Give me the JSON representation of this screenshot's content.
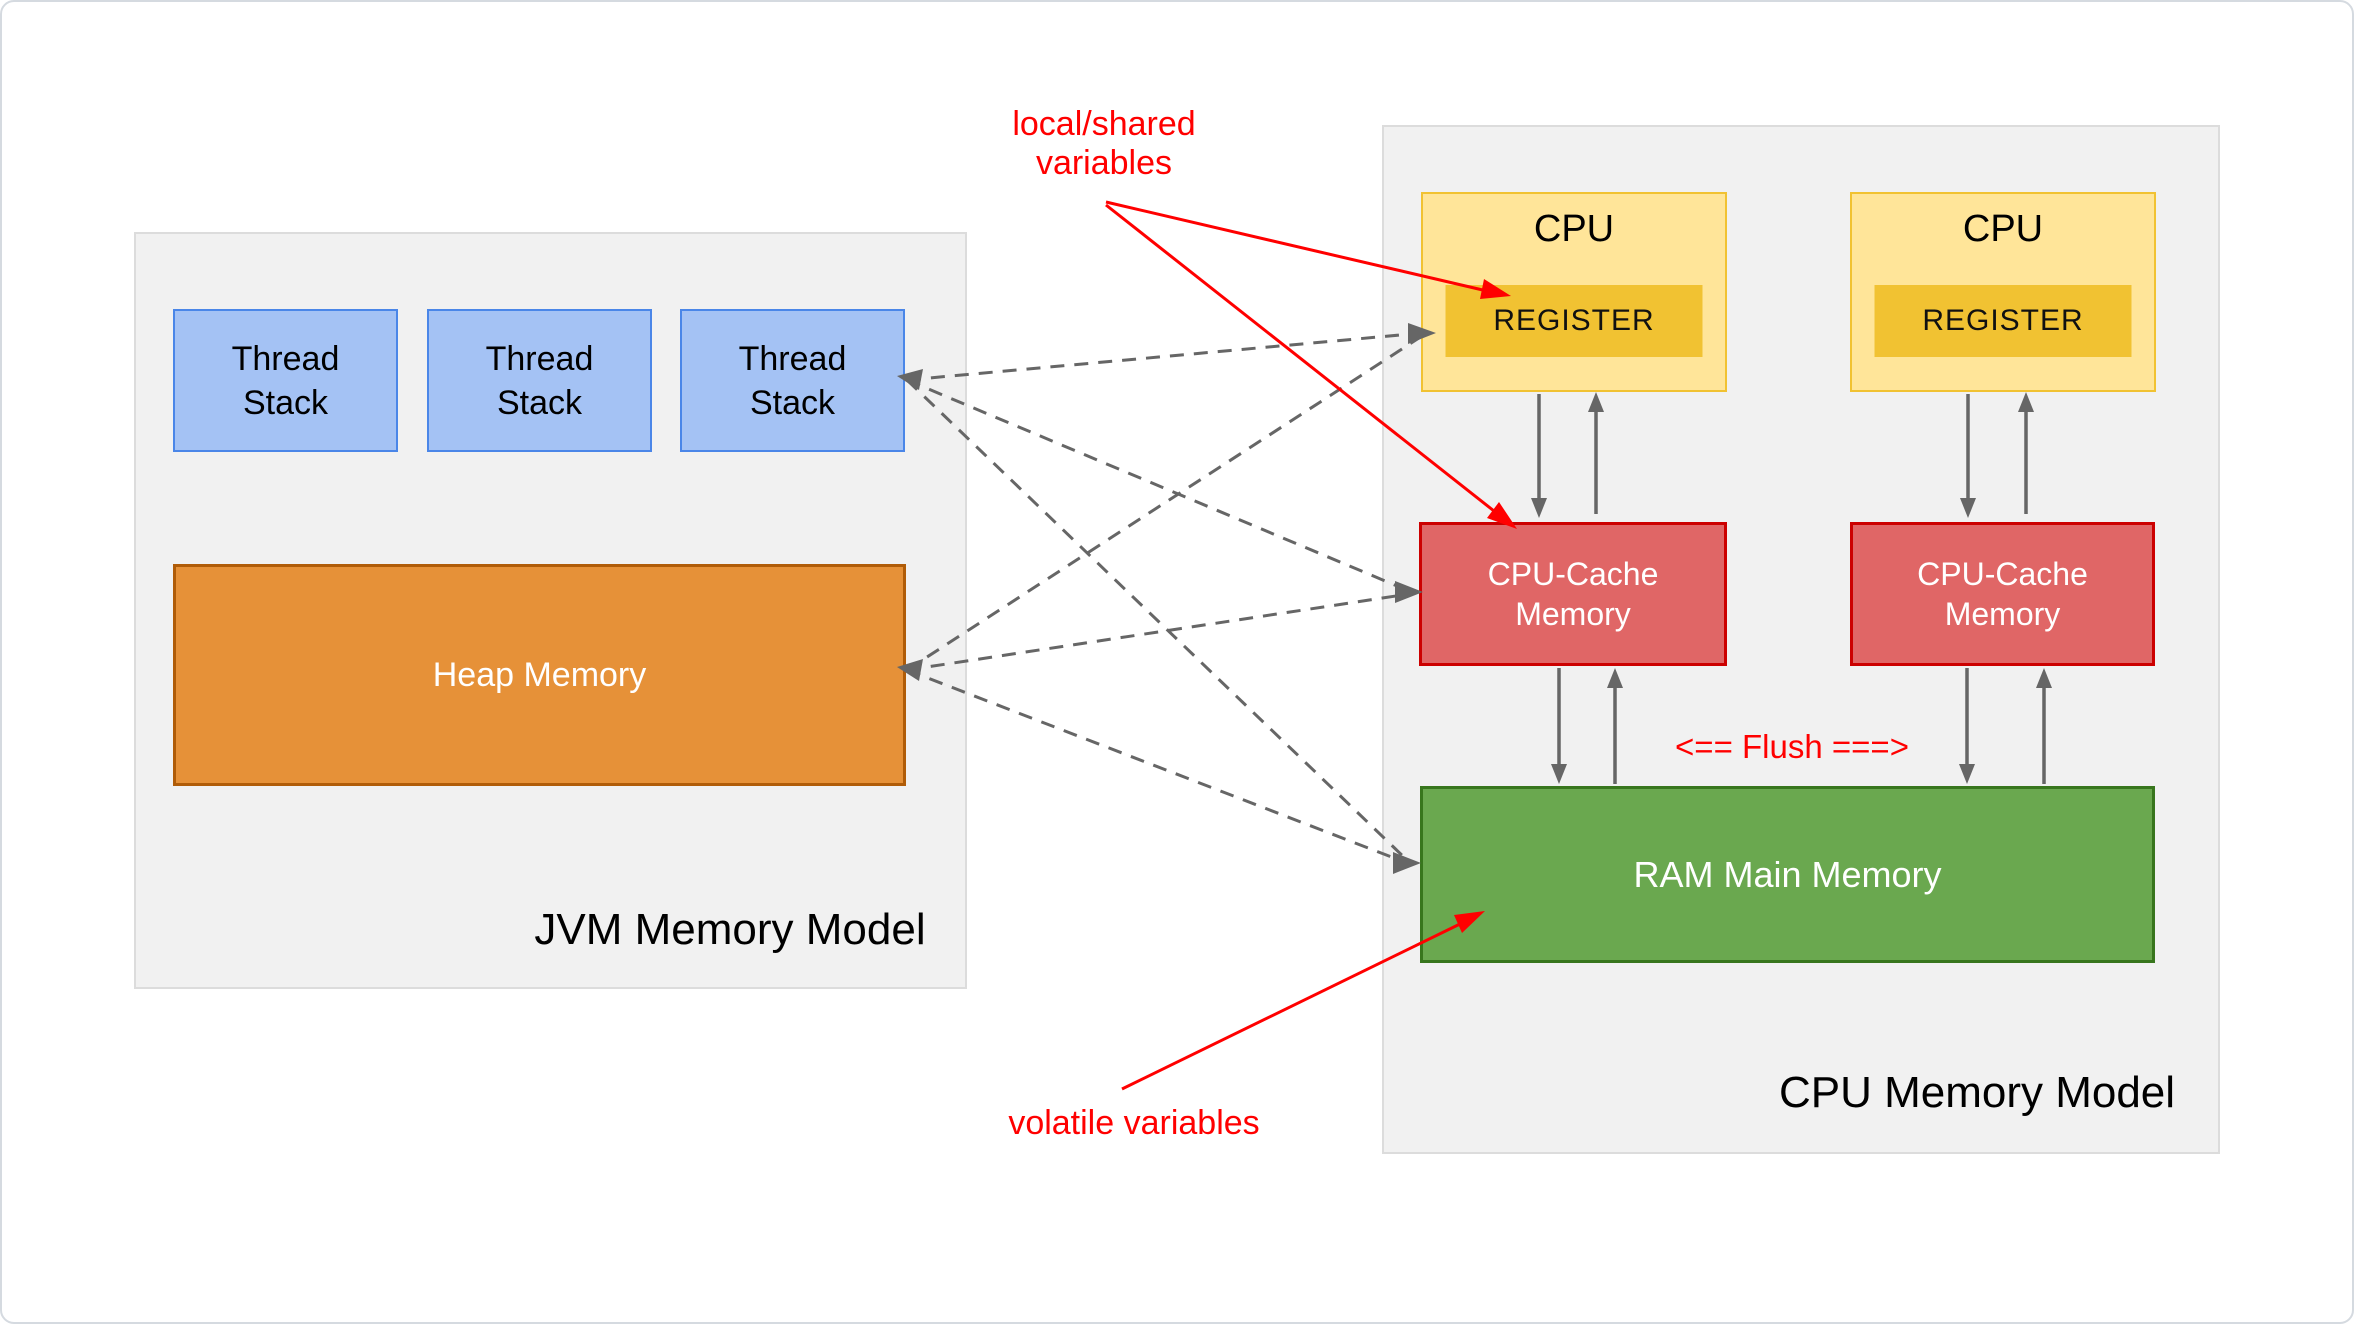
{
  "diagram": {
    "jvm": {
      "title": "JVM Memory Model",
      "thread_stacks": [
        "Thread Stack",
        "Thread Stack",
        "Thread Stack"
      ],
      "heap": "Heap Memory"
    },
    "cpu": {
      "title": "CPU Memory Model",
      "units": [
        {
          "cpu": "CPU",
          "register": "REGISTER",
          "cache": "CPU-Cache Memory"
        },
        {
          "cpu": "CPU",
          "register": "REGISTER",
          "cache": "CPU-Cache Memory"
        }
      ],
      "ram": "RAM Main Memory"
    },
    "annotations": {
      "local_shared": "local/shared variables",
      "volatile": "volatile variables",
      "flush": "<== Flush ===>"
    },
    "colors": {
      "thread_stack_fill": "#a4c2f4",
      "thread_stack_border": "#4a86e8",
      "heap_fill": "#e69138",
      "heap_border": "#b05c08",
      "cpu_fill": "#ffe599",
      "cpu_border": "#f1c232",
      "register_fill": "#f1c232",
      "cache_fill": "#e06666",
      "cache_border": "#cc0000",
      "ram_fill": "#6aa84f",
      "ram_border": "#38761d",
      "panel_fill": "#f1f1f1",
      "panel_border": "#dcdcdc",
      "arrow_gray": "#666666",
      "annotation_red": "#ff0000"
    }
  }
}
